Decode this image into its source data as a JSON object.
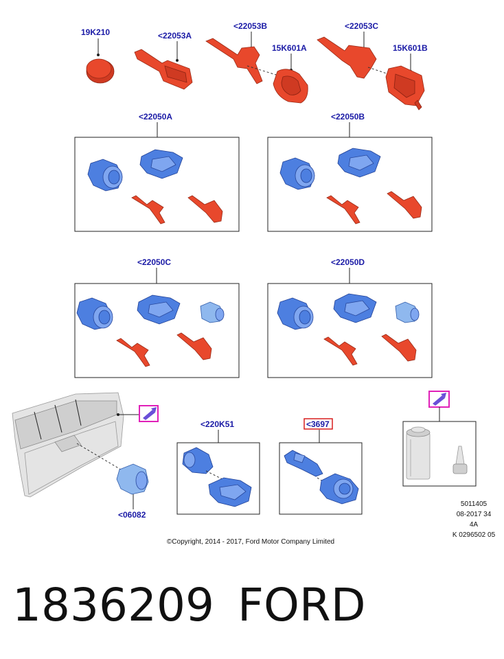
{
  "labels": {
    "a": "19K210",
    "b": "<22053A",
    "c": "<22053B",
    "d": "15K601A",
    "e": "<22053C",
    "f": "15K601B",
    "g": "<22050A",
    "h": "<22050B",
    "i": "<22050C",
    "j": "<22050D",
    "k": "<220K51",
    "l": "<3697",
    "m": "<06082"
  },
  "info_block": [
    "5011405",
    "08-2017 34",
    "4A",
    "K 0296502 05"
  ],
  "copyright": "©Copyright, 2014 - 2017, Ford Motor Company Limited",
  "part_number": "1836209",
  "brand": "FORD",
  "colors": {
    "label_blue": "#1a1aa6",
    "part_red": "#e8482c",
    "part_blue": "#4d7fe0",
    "highlight_magenta": "#e020b8",
    "highlight_red": "#d81f1f"
  },
  "icons": [
    "pencil-arrow-icon",
    "pencil-arrow-icon"
  ]
}
